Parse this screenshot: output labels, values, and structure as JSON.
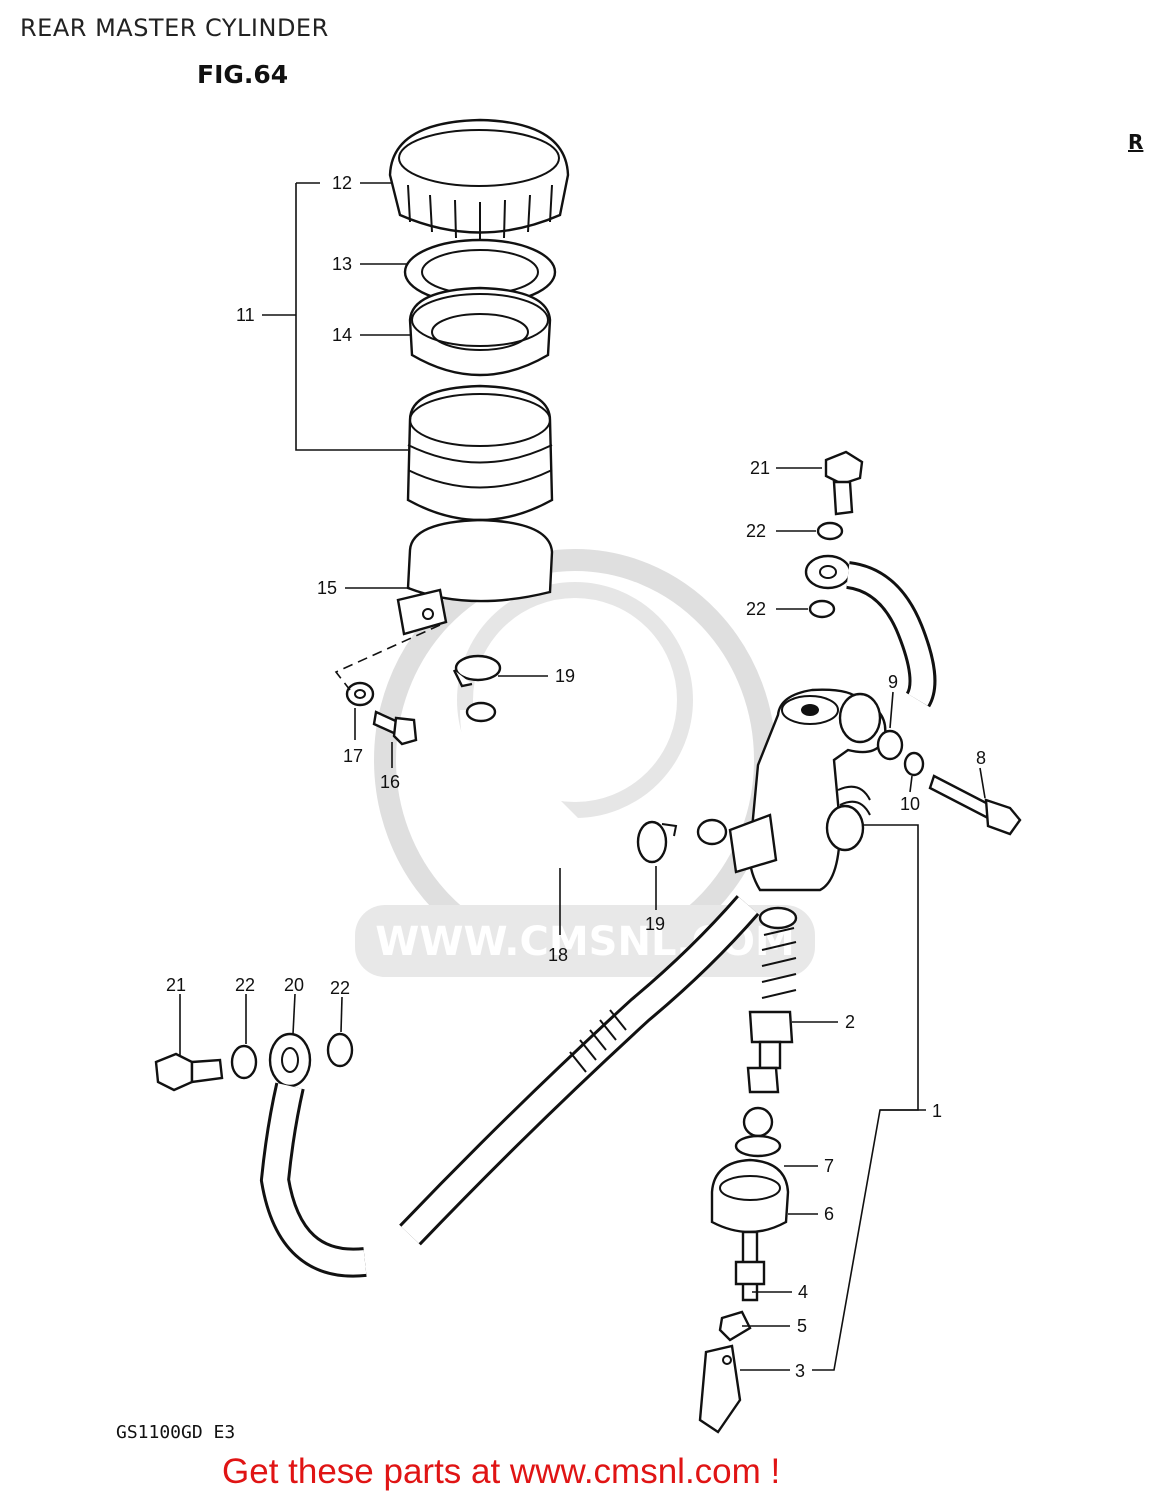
{
  "header": {
    "title": "REAR MASTER CYLINDER",
    "figure": "FIG.64",
    "corner_mark": "R"
  },
  "footer": {
    "model_code": "GS1100GD E3",
    "cta": "Get these parts at www.cmsnl.com !"
  },
  "watermark": {
    "text": "WWW.CMSNL.COM",
    "logo": "cms-logo"
  },
  "callouts": [
    {
      "id": "1"
    },
    {
      "id": "2"
    },
    {
      "id": "3"
    },
    {
      "id": "4"
    },
    {
      "id": "5"
    },
    {
      "id": "6"
    },
    {
      "id": "7"
    },
    {
      "id": "8"
    },
    {
      "id": "9"
    },
    {
      "id": "10"
    },
    {
      "id": "11"
    },
    {
      "id": "12"
    },
    {
      "id": "13"
    },
    {
      "id": "14"
    },
    {
      "id": "15"
    },
    {
      "id": "16"
    },
    {
      "id": "17"
    },
    {
      "id": "18"
    },
    {
      "id": "19"
    },
    {
      "id": "19"
    },
    {
      "id": "20"
    },
    {
      "id": "21"
    },
    {
      "id": "21"
    },
    {
      "id": "22"
    },
    {
      "id": "22"
    },
    {
      "id": "22"
    },
    {
      "id": "22"
    }
  ],
  "colors": {
    "line": "#111111",
    "watermark": "#d9d9d9",
    "cta": "#e01414"
  }
}
